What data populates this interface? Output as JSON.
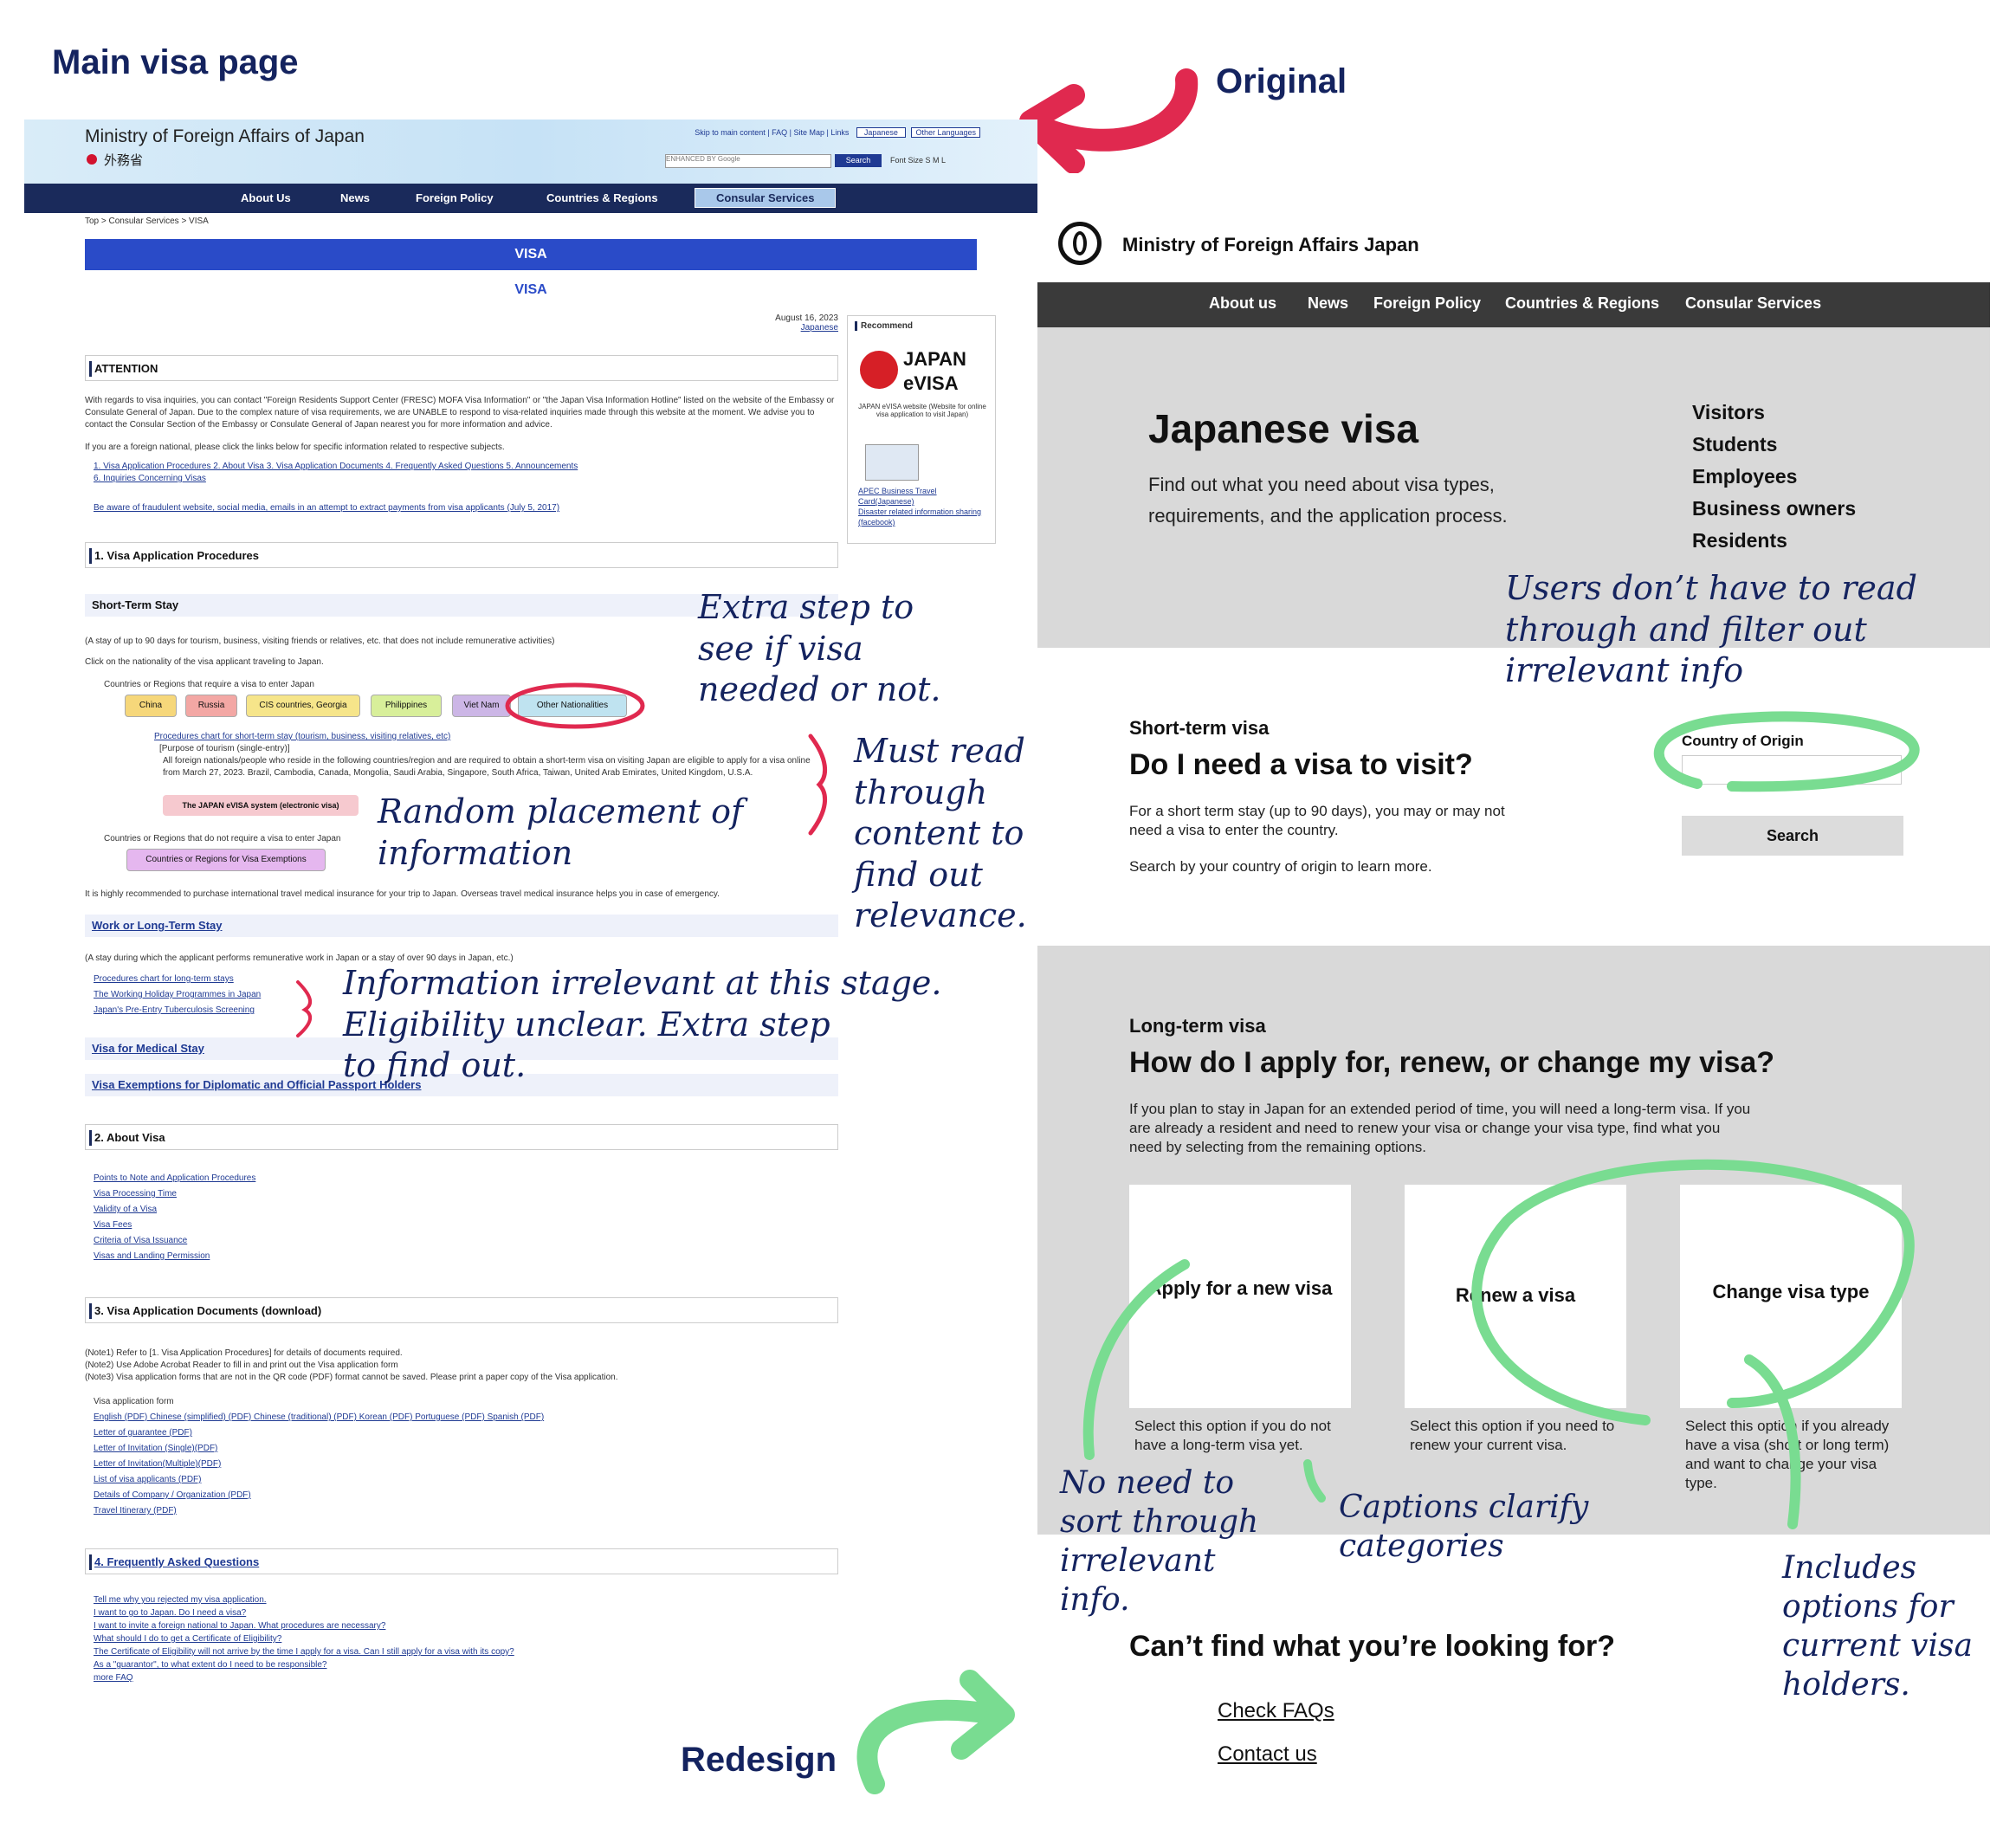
{
  "labels": {
    "main_visa_page": "Main visa page",
    "original": "Original",
    "redesign": "Redesign"
  },
  "colors": {
    "annotation_navy": "#14235f",
    "arrow_red": "#e0294f",
    "arrow_green": "#79dc91"
  },
  "original": {
    "site_title": "Ministry of Foreign Affairs of Japan",
    "site_sub": "外務省",
    "utility_links": "Skip to main content | FAQ | Site Map | Links",
    "lang_japanese": "Japanese",
    "lang_other": "Other Languages",
    "search_placeholder": "ENHANCED BY Google",
    "search_button": "Search",
    "font_size": "Font Size  S  M  L",
    "nav": [
      "About Us",
      "News",
      "Foreign Policy",
      "Countries & Regions",
      "Consular Services"
    ],
    "breadcrumb": "Top > Consular Services > VISA",
    "visa_bar": "VISA",
    "visa_sub": "VISA",
    "date": "August 16, 2023",
    "date_lang": "Japanese",
    "recommend": "Recommend",
    "evisa_line1": "JAPAN",
    "evisa_line2": "eVISA",
    "evisa_caption": "JAPAN eVISA website (Website for online visa application to visit Japan)",
    "evisa_link1": "APEC Business Travel Card(Japanese)",
    "evisa_link2": "Disaster related information sharing (facebook)",
    "attention": "ATTENTION",
    "attention_text": "With regards to visa inquiries, you can contact \"Foreign Residents Support Center (FRESC) MOFA Visa Information\" or \"the Japan Visa Information Hotline\" listed on the website of the Embassy or Consulate General of Japan. Due to the complex nature of visa requirements, we are UNABLE to respond to visa-related inquiries made through this website at the moment. We advise you to contact the Consular Section of the Embassy or Consulate General of Japan nearest you for more information and advice.",
    "foreign_national_text": "If you are a foreign national, please click the links below for specific information related to respective subjects.",
    "toc_links": "1. Visa Application Procedures   2. About Visa   3. Visa Application Documents   4. Frequently Asked Questions   5. Announcements",
    "toc_links2": "6. Inquiries Concerning Visas",
    "fraud_link": "Be aware of fraudulent website, social media, emails in an attempt to extract payments from visa applicants (July 5, 2017)",
    "sec1": "1. Visa Application Procedures",
    "short_term": "Short-Term Stay",
    "short_term_desc": "(A stay of up to 90 days for tourism, business, visiting friends or relatives, etc. that does not include remunerative activities)",
    "click_nationality": "Click on the nationality of the visa applicant traveling to Japan.",
    "require_visa": "Countries or Regions that require a visa to enter Japan",
    "chips": [
      "China",
      "Russia",
      "CIS countries, Georgia",
      "Philippines",
      "Viet Nam",
      "Other Nationalities"
    ],
    "procedures_link": "Procedures chart for short-term stay (tourism, business, visiting relatives, etc)",
    "purpose": "[Purpose of tourism (single-entry)]",
    "evisa_eligible": "All foreign nationals/people who reside in the following countries/region and are required to obtain a short-term visa on visiting Japan are eligible to apply for a visa online from March 27, 2023. Brazil, Cambodia, Canada, Mongolia, Saudi Arabia, Singapore, South Africa, Taiwan, United Arab Emirates, United Kingdom, U.S.A.",
    "evisa_system": "The JAPAN eVISA system (electronic visa)",
    "no_visa": "Countries or Regions that do not require a visa to enter Japan",
    "exempt_btn": "Countries or Regions for Visa Exemptions",
    "insurance": "It is highly recommended to purchase international travel medical insurance for your trip to Japan. Overseas travel medical insurance helps you in case of emergency.",
    "work_long": "Work or Long-Term Stay",
    "work_desc": "(A stay during which the applicant performs remunerative work in Japan or a stay of over 90 days in Japan, etc.)",
    "work_links": [
      "Procedures chart for long-term stays",
      "The Working Holiday Programmes in Japan",
      "Japan's Pre-Entry Tuberculosis Screening"
    ],
    "medical": "Visa for Medical Stay",
    "diplomatic": "Visa Exemptions for Diplomatic and Official Passport Holders",
    "sec2": "2. About Visa",
    "about_links": [
      "Points to Note and Application Procedures",
      "Visa Processing Time",
      "Validity of a Visa",
      "Visa Fees",
      "Criteria of Visa Issuance",
      "Visas and Landing Permission"
    ],
    "sec3": "3. Visa Application Documents (download)",
    "notes": [
      "(Note1) Refer to [1. Visa Application Procedures] for details of documents required.",
      "(Note2) Use Adobe Acrobat Reader to fill in and print out the Visa application form",
      "(Note3) Visa application forms that are not in the QR code (PDF) format cannot be saved. Please print a paper copy of the Visa application."
    ],
    "visa_form": "Visa application form",
    "doc_links": [
      "English (PDF)  Chinese (simplified) (PDF)  Chinese (traditional) (PDF)  Korean (PDF)  Portuguese (PDF)  Spanish (PDF)",
      "Letter of guarantee (PDF)",
      "Letter of Invitation (Single)(PDF)",
      "Letter of Invitation(Multiple)(PDF)",
      "List of visa applicants (PDF)",
      "Details of Company / Organization (PDF)",
      "Travel Itinerary (PDF)"
    ],
    "sec4": "4. Frequently Asked Questions",
    "faq_links": [
      "Tell me why you rejected my visa application.",
      "I want to go to Japan. Do I need a visa?",
      "I want to invite a foreign national to Japan. What procedures are necessary?",
      "What should I do to get a Certificate of Eligibility?",
      "The Certificate of Eligibility will not arrive by the time I apply for a visa. Can I still apply for a visa with its copy?",
      "As a \"guarantor\", to what extent do I need to be responsible?",
      "more FAQ"
    ]
  },
  "redesign": {
    "brand": "Ministry of Foreign Affairs Japan",
    "nav": [
      "About us",
      "News",
      "Foreign Policy",
      "Countries & Regions",
      "Consular Services"
    ],
    "hero_title": "Japanese visa",
    "hero_desc": "Find out what you need about visa types, requirements, and the application process.",
    "hero_links": [
      "Visitors",
      "Students",
      "Employees",
      "Business owners",
      "Residents"
    ],
    "short_eyebrow": "Short-term visa",
    "short_title": "Do I need a visa to visit?",
    "short_desc": "For a short term stay (up to 90 days), you may or may not need a visa to enter the country.",
    "short_search_desc": "Search by your country of origin to learn more.",
    "country_label": "Country of Origin",
    "country_value": "",
    "search_button": "Search",
    "long_eyebrow": "Long-term visa",
    "long_title": "How do I apply for, renew, or change my visa?",
    "long_desc": "If you plan to stay in Japan for an extended period of time, you will need a long-term visa. If you are already a resident and need to renew your visa or change your visa type, find what you need by selecting from the remaining options.",
    "cards": [
      {
        "label": "Apply for a new visa",
        "caption": "Select this option if you do not have a long-term visa yet."
      },
      {
        "label": "Renew a visa",
        "caption": "Select this option if you need to renew your current visa."
      },
      {
        "label": "Change visa type",
        "caption": "Select this option if you already have a visa (short or long term) and want to change your visa type."
      }
    ],
    "cant_find": "Can’t find what you’re looking for?",
    "link_faq": "Check FAQs",
    "link_contact": "Contact us"
  },
  "annotations": {
    "extra_step": [
      "Extra step to",
      "see if visa",
      "needed or not."
    ],
    "random_placement": [
      "Random placement of",
      "information"
    ],
    "must_read": [
      "Must read",
      "through",
      "content to",
      "find out",
      "relevance."
    ],
    "irrelevant": [
      "Information irrelevant at this stage.",
      "Eligibility unclear. Extra step",
      "to find out."
    ],
    "users_dont": [
      "Users don’t have to read",
      "through and filter out",
      "irrelevant info"
    ],
    "no_need": [
      "No need to",
      "sort through",
      "irrelevant",
      "info."
    ],
    "captions": [
      "Captions clarify",
      "categories"
    ],
    "includes": [
      "Includes",
      "options for",
      "current visa",
      "holders."
    ]
  }
}
